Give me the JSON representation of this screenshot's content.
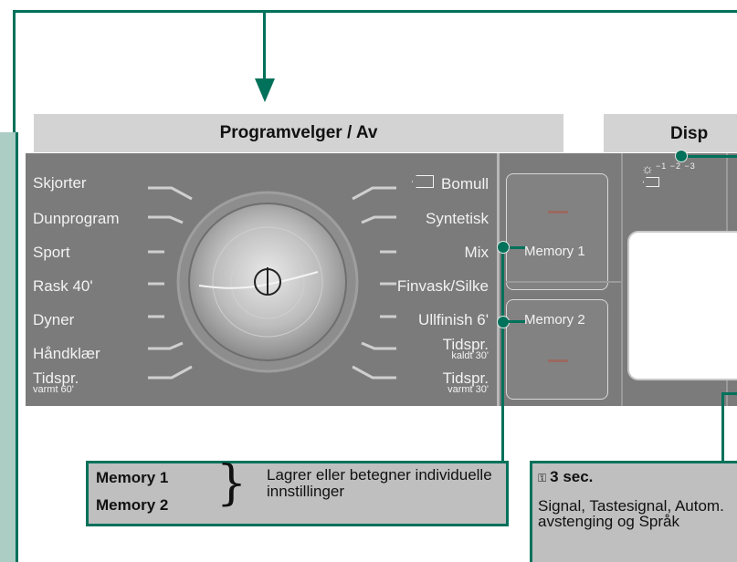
{
  "headers": {
    "program_selector": "Programvelger / Av",
    "display": "Disp"
  },
  "programs": {
    "left": [
      {
        "name": "Skjorter",
        "sub": ""
      },
      {
        "name": "Dunprogram",
        "sub": ""
      },
      {
        "name": "Sport",
        "sub": ""
      },
      {
        "name": "Rask 40'",
        "sub": ""
      },
      {
        "name": "Dyner",
        "sub": ""
      },
      {
        "name": "Håndklær",
        "sub": ""
      },
      {
        "name": "Tidspr.",
        "sub": "varmt 60'"
      }
    ],
    "right": [
      {
        "name": "Bomull",
        "sub": ""
      },
      {
        "name": "Syntetisk",
        "sub": ""
      },
      {
        "name": "Mix",
        "sub": ""
      },
      {
        "name": "Finvask/Silke",
        "sub": ""
      },
      {
        "name": "Ullfinish 6'",
        "sub": ""
      },
      {
        "name": "Tidspr.",
        "sub": "kaldt 30'"
      },
      {
        "name": "Tidspr.",
        "sub": "varmt 30'"
      }
    ]
  },
  "memory": {
    "button1": "Memory 1",
    "button2": "Memory 2"
  },
  "display_panel": {
    "brightness_levels": "−1 −2 −3"
  },
  "callout_memory": {
    "label1": "Memory 1",
    "label2": "Memory 2",
    "brace": "}",
    "description": "Lagrer eller betegner individuelle innstillinger"
  },
  "callout_settings": {
    "duration": "3 sec.",
    "description": "Signal, Tastesignal, Autom. avstenging og Språk"
  },
  "colors": {
    "accent": "#00715a",
    "panel": "#7b7b7b",
    "header": "#d3d3d3",
    "callout": "#bfbfbf"
  }
}
